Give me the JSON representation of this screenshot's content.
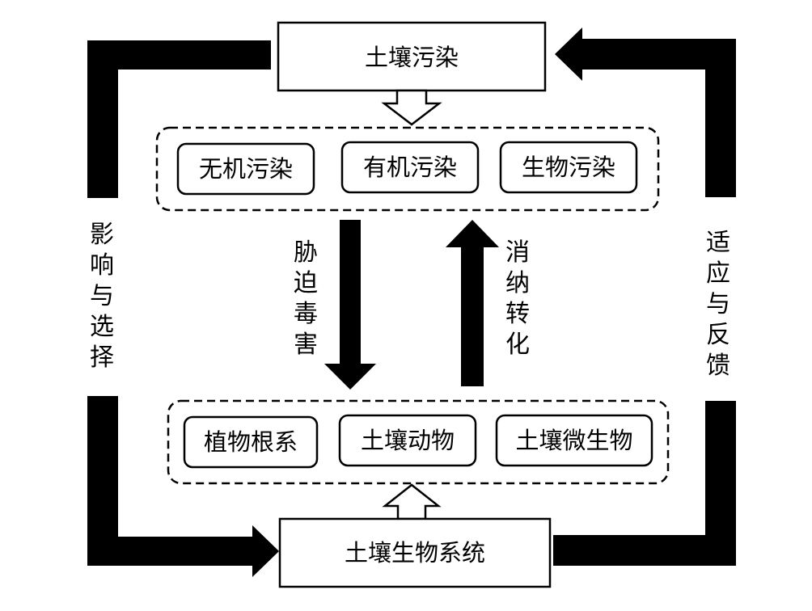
{
  "top_box": {
    "label": "土壤污染"
  },
  "pollution_types": [
    {
      "label": "无机污染"
    },
    {
      "label": "有机污染"
    },
    {
      "label": "生物污染"
    }
  ],
  "biota_types": [
    {
      "label": "植物根系"
    },
    {
      "label": "土壤动物"
    },
    {
      "label": "土壤微生物"
    }
  ],
  "bottom_box": {
    "label": "土壤生物系统"
  },
  "arrows": {
    "down_label": [
      "胁",
      "迫",
      "毒",
      "害"
    ],
    "up_label": [
      "消",
      "纳",
      "转",
      "化"
    ],
    "left_loop_label": [
      "影",
      "响",
      "与",
      "选",
      "择"
    ],
    "right_loop_label": [
      "适",
      "应",
      "与",
      "反",
      "馈"
    ]
  }
}
